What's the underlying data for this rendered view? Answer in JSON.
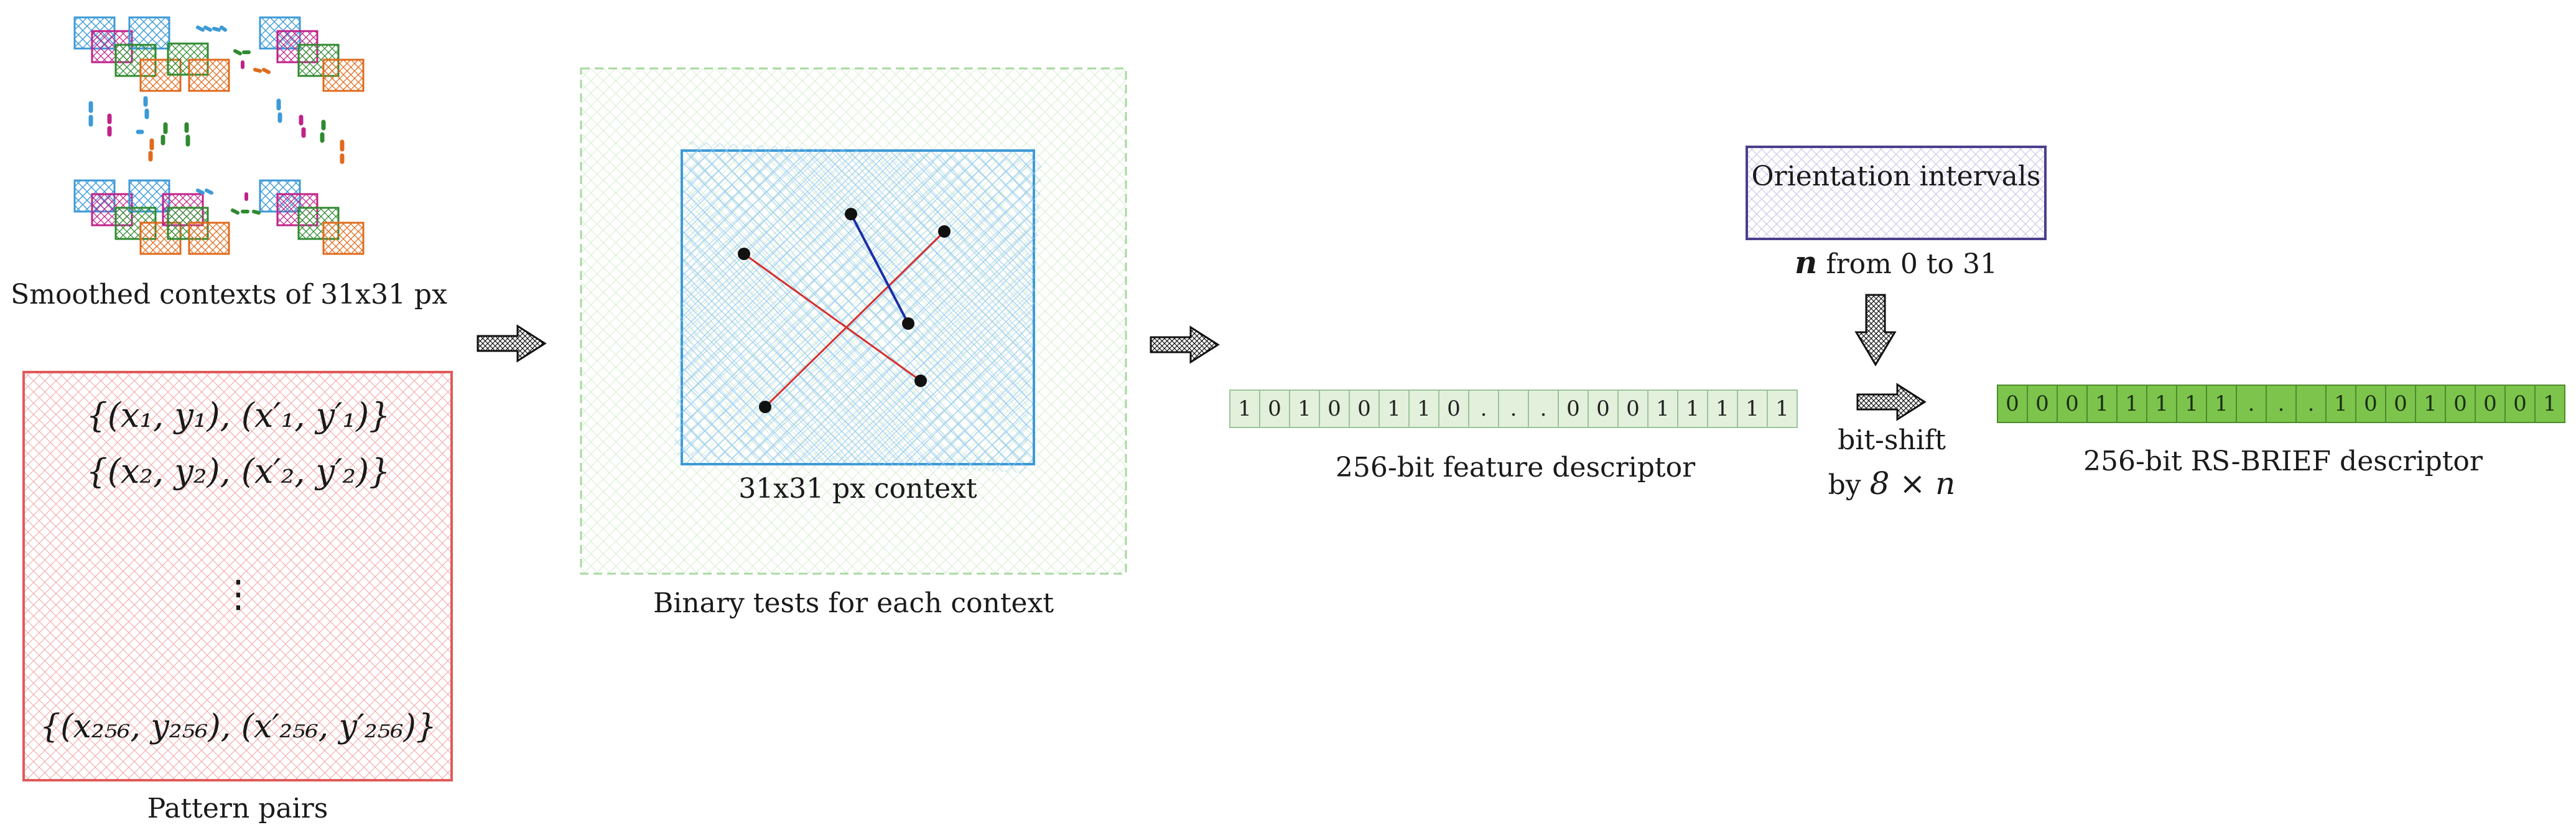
{
  "labels": {
    "smoothed_contexts": "Smoothed contexts of 31x31 px",
    "pattern_pairs": "Pattern pairs",
    "context_31": "31x31 px context",
    "binary_tests": "Binary tests for each context",
    "orientation_intervals": "Orientation intervals",
    "n_range": "from 0 to 31",
    "feature_descriptor": "256-bit feature descriptor",
    "bit_shift": "bit-shift",
    "by": "by",
    "rs_brief": "256-bit RS-BRIEF descriptor"
  },
  "math": {
    "pair1": "{(x₁, y₁), (x′₁, y′₁)}",
    "pair2": "{(x₂, y₂), (x′₂, y′₂)}",
    "vdots": "⋮",
    "pair256": "{(x₂₅₆, y₂₅₆), (x′₂₅₆, y′₂₅₆)}",
    "n": "n",
    "shift_expr": "8 × n"
  },
  "feature_bits": [
    "1",
    "0",
    "1",
    "0",
    "0",
    "1",
    "1",
    "0",
    ".",
    ".",
    ".",
    "0",
    "0",
    "0",
    "1",
    "1",
    "1",
    "1",
    "1"
  ],
  "rsbrief_bits": [
    "0",
    "0",
    "0",
    "1",
    "1",
    "1",
    "1",
    "1",
    ".",
    ".",
    ".",
    "1",
    "0",
    "0",
    "1",
    "0",
    "0",
    "0",
    "1"
  ],
  "colors": {
    "blue": "#3d9ad6",
    "magenta": "#c0228a",
    "green": "#2f8a2f",
    "orange": "#e06a1c",
    "pattern_red": "#e05a5a",
    "context_green": "#a8d8a0",
    "orientation_purple": "#4a3f8c",
    "line_red": "#d43030",
    "line_blue": "#1c2fa8"
  }
}
